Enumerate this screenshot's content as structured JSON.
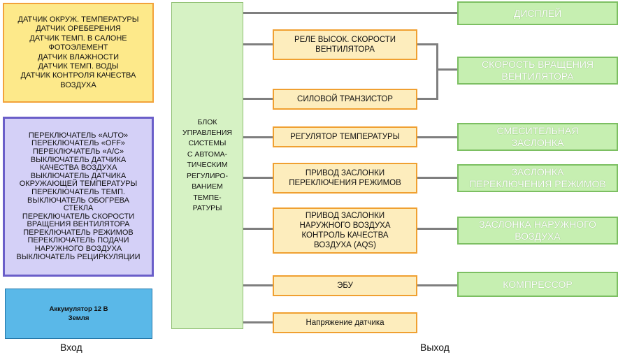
{
  "inputs": {
    "sensors": [
      "ДАТЧИК ОКРУЖ. ТЕМПЕРАТУРЫ",
      "ДАТЧИК ОРЕБЕРЕНИЯ",
      "ДАТЧИК ТЕМП. В САЛОНЕ",
      "ФОТОЭЛЕМЕНТ",
      "ДАТЧИК ВЛАЖНОСТИ",
      "ДАТЧИК ТЕМП. ВОДЫ",
      "ДАТЧИК КОНТРОЛЯ КАЧЕСТВА",
      "ВОЗДУХА"
    ],
    "switches": [
      "ПЕРЕКЛЮЧАТЕЛЬ «AUTO»",
      "ПЕРЕКЛЮЧАТЕЛЬ «OFF»",
      "ПЕРЕКЛЮЧАТЕЛЬ «A/C»",
      "ВЫКЛЮЧАТЕЛЬ ДАТЧИКА",
      "КАЧЕСТВА ВОЗДУХА",
      "ВЫКЛЮЧАТЕЛЬ ДАТЧИКА",
      "ОКРУЖАЮЩЕЙ ТЕМПЕРАТУРЫ",
      "ПЕРЕКЛЮЧАТЕЛЬ ТЕМП.",
      "ВЫКЛЮЧАТЕЛЬ ОБОГРЕВА",
      "СТЕКЛА",
      "ПЕРЕКЛЮЧАТЕЛЬ СКОРОСТИ",
      "ВРАЩЕНИЯ ВЕНТИЛЯТОРА",
      "ПЕРЕКЛЮЧАТЕЛЬ РЕЖИМОВ",
      "ПЕРЕКЛЮЧАТЕЛЬ ПОДАЧИ",
      "НАРУЖНОГО ВОЗДУХА",
      "ВЫКЛЮЧАТЕЛЬ РЕЦИРКУЛЯЦИИ"
    ],
    "power": [
      "Аккумулятор 12 В",
      "Земля"
    ]
  },
  "ecu": [
    "БЛОК",
    "УПРАВЛЕНИЯ",
    "СИСТЕМЫ",
    "С АВТОМА-",
    "ТИЧЕСКИМ",
    "РЕГУЛИРО-",
    "ВАНИЕМ",
    "ТЕМПЕ-",
    "РАТУРЫ"
  ],
  "actuators": {
    "fan_relay": [
      "РЕЛЕ ВЫСОК. СКОРОСТИ",
      "ВЕНТИЛЯТОРА"
    ],
    "power_transistor": [
      "СИЛОВОЙ ТРАНЗИСТОР"
    ],
    "temp_regulator": [
      "РЕГУЛЯТОР ТЕМПЕРАТУРЫ"
    ],
    "mode_damper_drive": [
      "ПРИВОД ЗАСЛОНКИ",
      "ПЕРЕКЛЮЧЕНИЯ РЕЖИМОВ"
    ],
    "outside_air_drive": [
      "ПРИВОД ЗАСЛОНКИ",
      "НАРУЖНОГО ВОЗДУХА",
      "КОНТРОЛЬ КАЧЕСТВА",
      "ВОЗДУХА (AQS)"
    ],
    "ebu": [
      "ЭБУ"
    ],
    "sensor_voltage": [
      "Напряжение датчика"
    ]
  },
  "outputs": {
    "display": [
      "ДИСПЛЕЙ"
    ],
    "fan_speed": [
      "СКОРОСТЬ ВРАЩЕНИЯ",
      "ВЕНТИЛЯТОРА"
    ],
    "mix_damper": [
      "СМЕСИТЕЛЬНАЯ",
      "ЗАСЛОНКА"
    ],
    "mode_damper": [
      "ЗАСЛОНКА",
      "ПЕРЕКЛЮЧЕНИЯ РЕЖИМОВ"
    ],
    "outside_air_damper": [
      "ЗАСЛОНКА НАРУЖНОГО",
      "ВОЗДУХА"
    ],
    "compressor": [
      "КОМПРЕССОР"
    ]
  },
  "captions": {
    "input": "Вход",
    "output": "Выход"
  }
}
